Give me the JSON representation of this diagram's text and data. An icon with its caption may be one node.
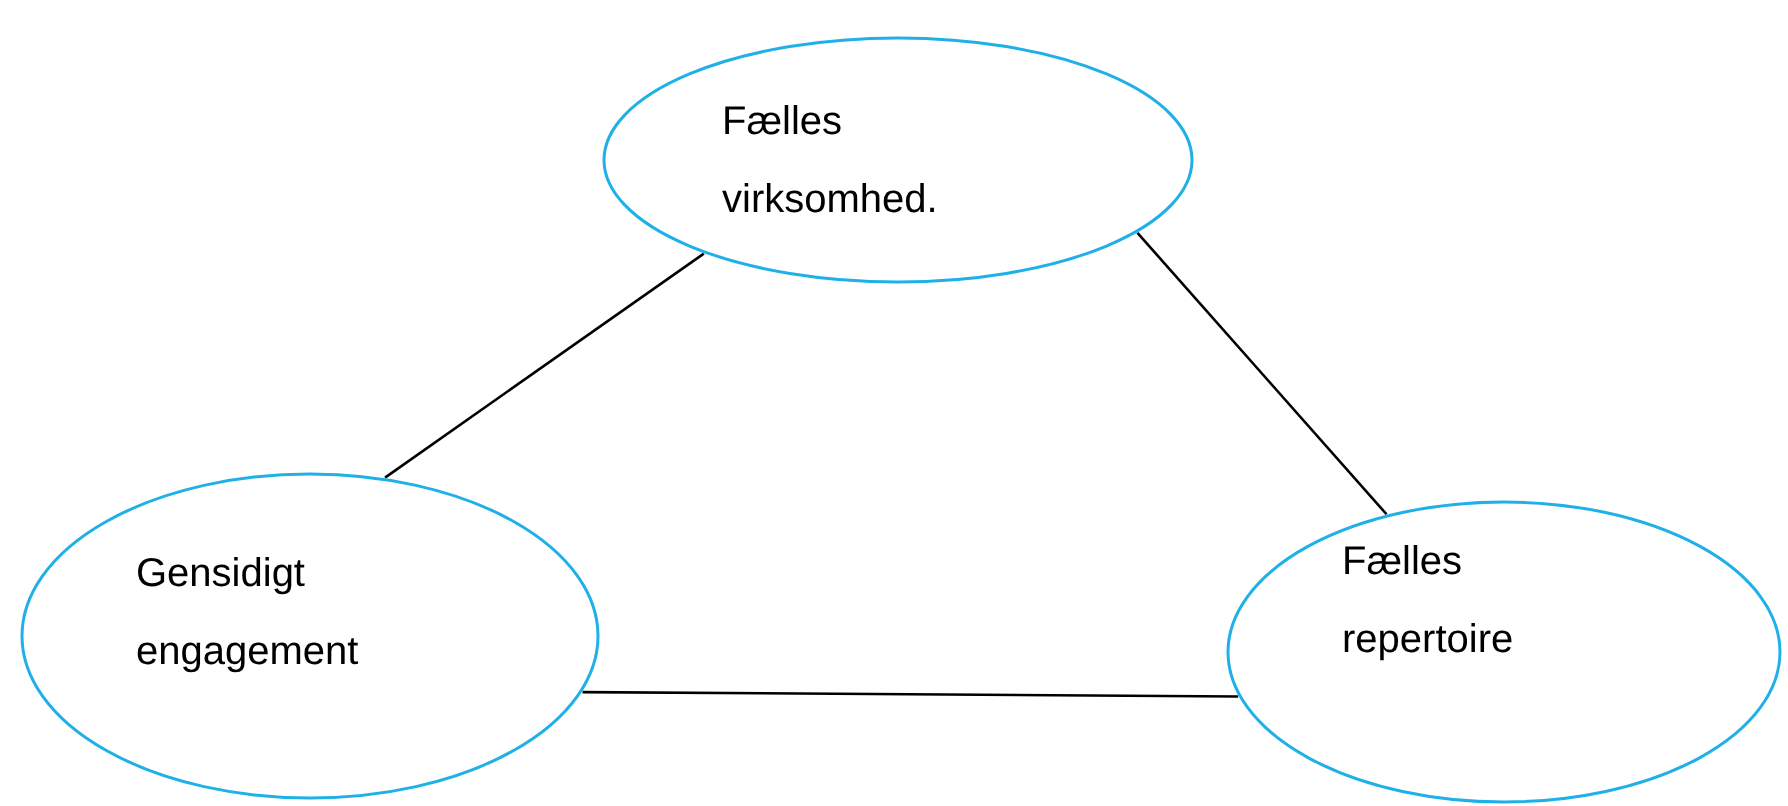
{
  "diagram": {
    "nodes": [
      {
        "text": [
          "Fælles virksomhed."
        ]
      },
      {
        "text": [
          "Gensidigt engagement"
        ]
      },
      {
        "text": [
          "Fælles repertoire"
        ]
      }
    ],
    "edges": [
      {
        "from": 0,
        "to": 1,
        "arrow": "none"
      },
      {
        "from": 0,
        "to": 2,
        "arrow": "none"
      },
      {
        "from": 1,
        "to": 2,
        "arrow": "none"
      }
    ]
  }
}
